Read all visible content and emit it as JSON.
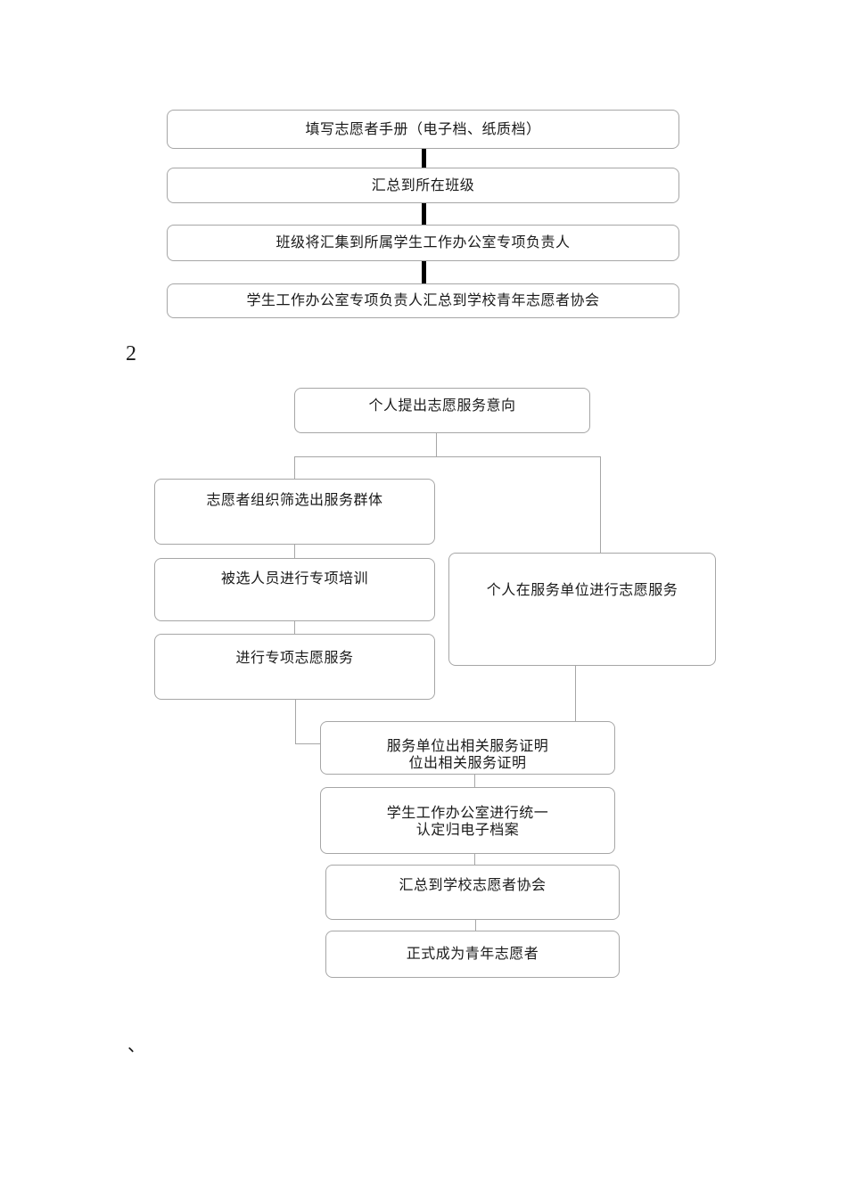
{
  "page": {
    "background_color": "#ffffff",
    "box_border_color": "#a6a6a6",
    "thin_connector_color": "#a6a6a6",
    "thick_connector_color": "#000000",
    "text_color": "#1a1a1a"
  },
  "labels": {
    "section_number": "2",
    "bottom_punctuation": "、"
  },
  "flowchart1": {
    "steps": [
      {
        "label": "填写志愿者手册（电子档、纸质档）"
      },
      {
        "label": "汇总到所在班级"
      },
      {
        "label": "班级将汇集到所属学生工作办公室专项负责人"
      },
      {
        "label": "学生工作办公室专项负责人汇总到学校青年志愿者协会"
      }
    ]
  },
  "flowchart2": {
    "start": {
      "label": "个人提出志愿服务意向"
    },
    "left_branch": [
      {
        "label": "志愿者组织筛选出服务群体"
      },
      {
        "label": "被选人员进行专项培训"
      },
      {
        "label": "进行专项志愿服务"
      }
    ],
    "right_branch": {
      "label": "个人在服务单位进行志愿服务"
    },
    "merge_sequence": [
      {
        "line1": "服务单位出相关服务证明",
        "line2": "位出相关服务证明"
      },
      {
        "line1": "学生工作办公室进行统一",
        "line2": "认定归电子档案"
      },
      {
        "label": "汇总到学校志愿者协会"
      },
      {
        "label": "正式成为青年志愿者"
      }
    ]
  }
}
